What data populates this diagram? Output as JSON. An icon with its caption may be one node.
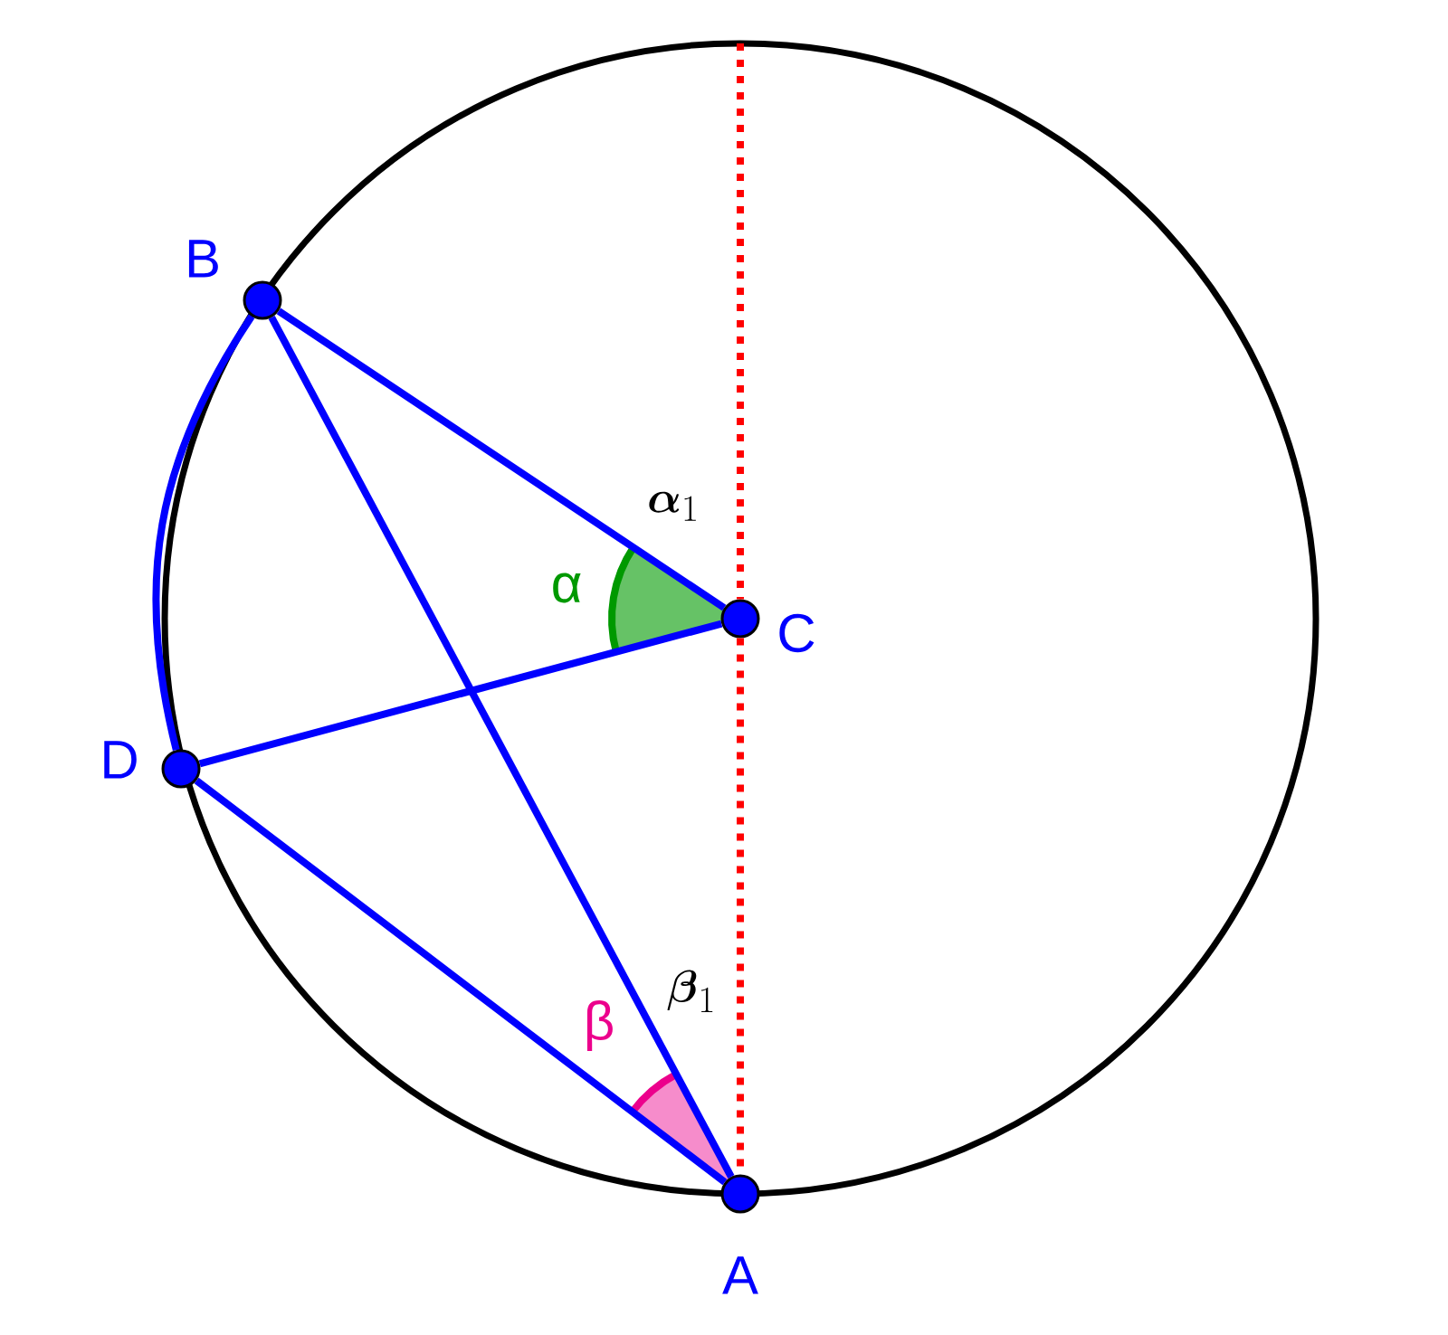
{
  "diagram": {
    "nodes": [
      {
        "text": [],
        "shape": "circle",
        "beside": [
          "B"
        ]
      },
      {
        "text": [],
        "shape": "circle",
        "beside": [
          "C"
        ]
      },
      {
        "text": [],
        "shape": "circle",
        "beside": [
          "D"
        ]
      },
      {
        "text": [],
        "shape": "circle",
        "beside": [
          "A"
        ]
      }
    ],
    "edges": [
      {
        "from": 0,
        "to": 1,
        "arrow": "none"
      },
      {
        "from": 0,
        "to": 3,
        "arrow": "none"
      },
      {
        "from": 2,
        "to": 1,
        "arrow": "none"
      },
      {
        "from": 2,
        "to": 3,
        "arrow": "none"
      },
      {
        "from": 0,
        "to": 2,
        "arrow": "none"
      },
      {
        "from": null,
        "to": 3,
        "arrow": "none",
        "style": "dashed",
        "color": "#ff0000"
      }
    ],
    "labels": [
      "\\boldsymbol{\\alpha}_1",
      "α",
      "β",
      "\\boldsymbol{\\beta}_1"
    ]
  }
}
